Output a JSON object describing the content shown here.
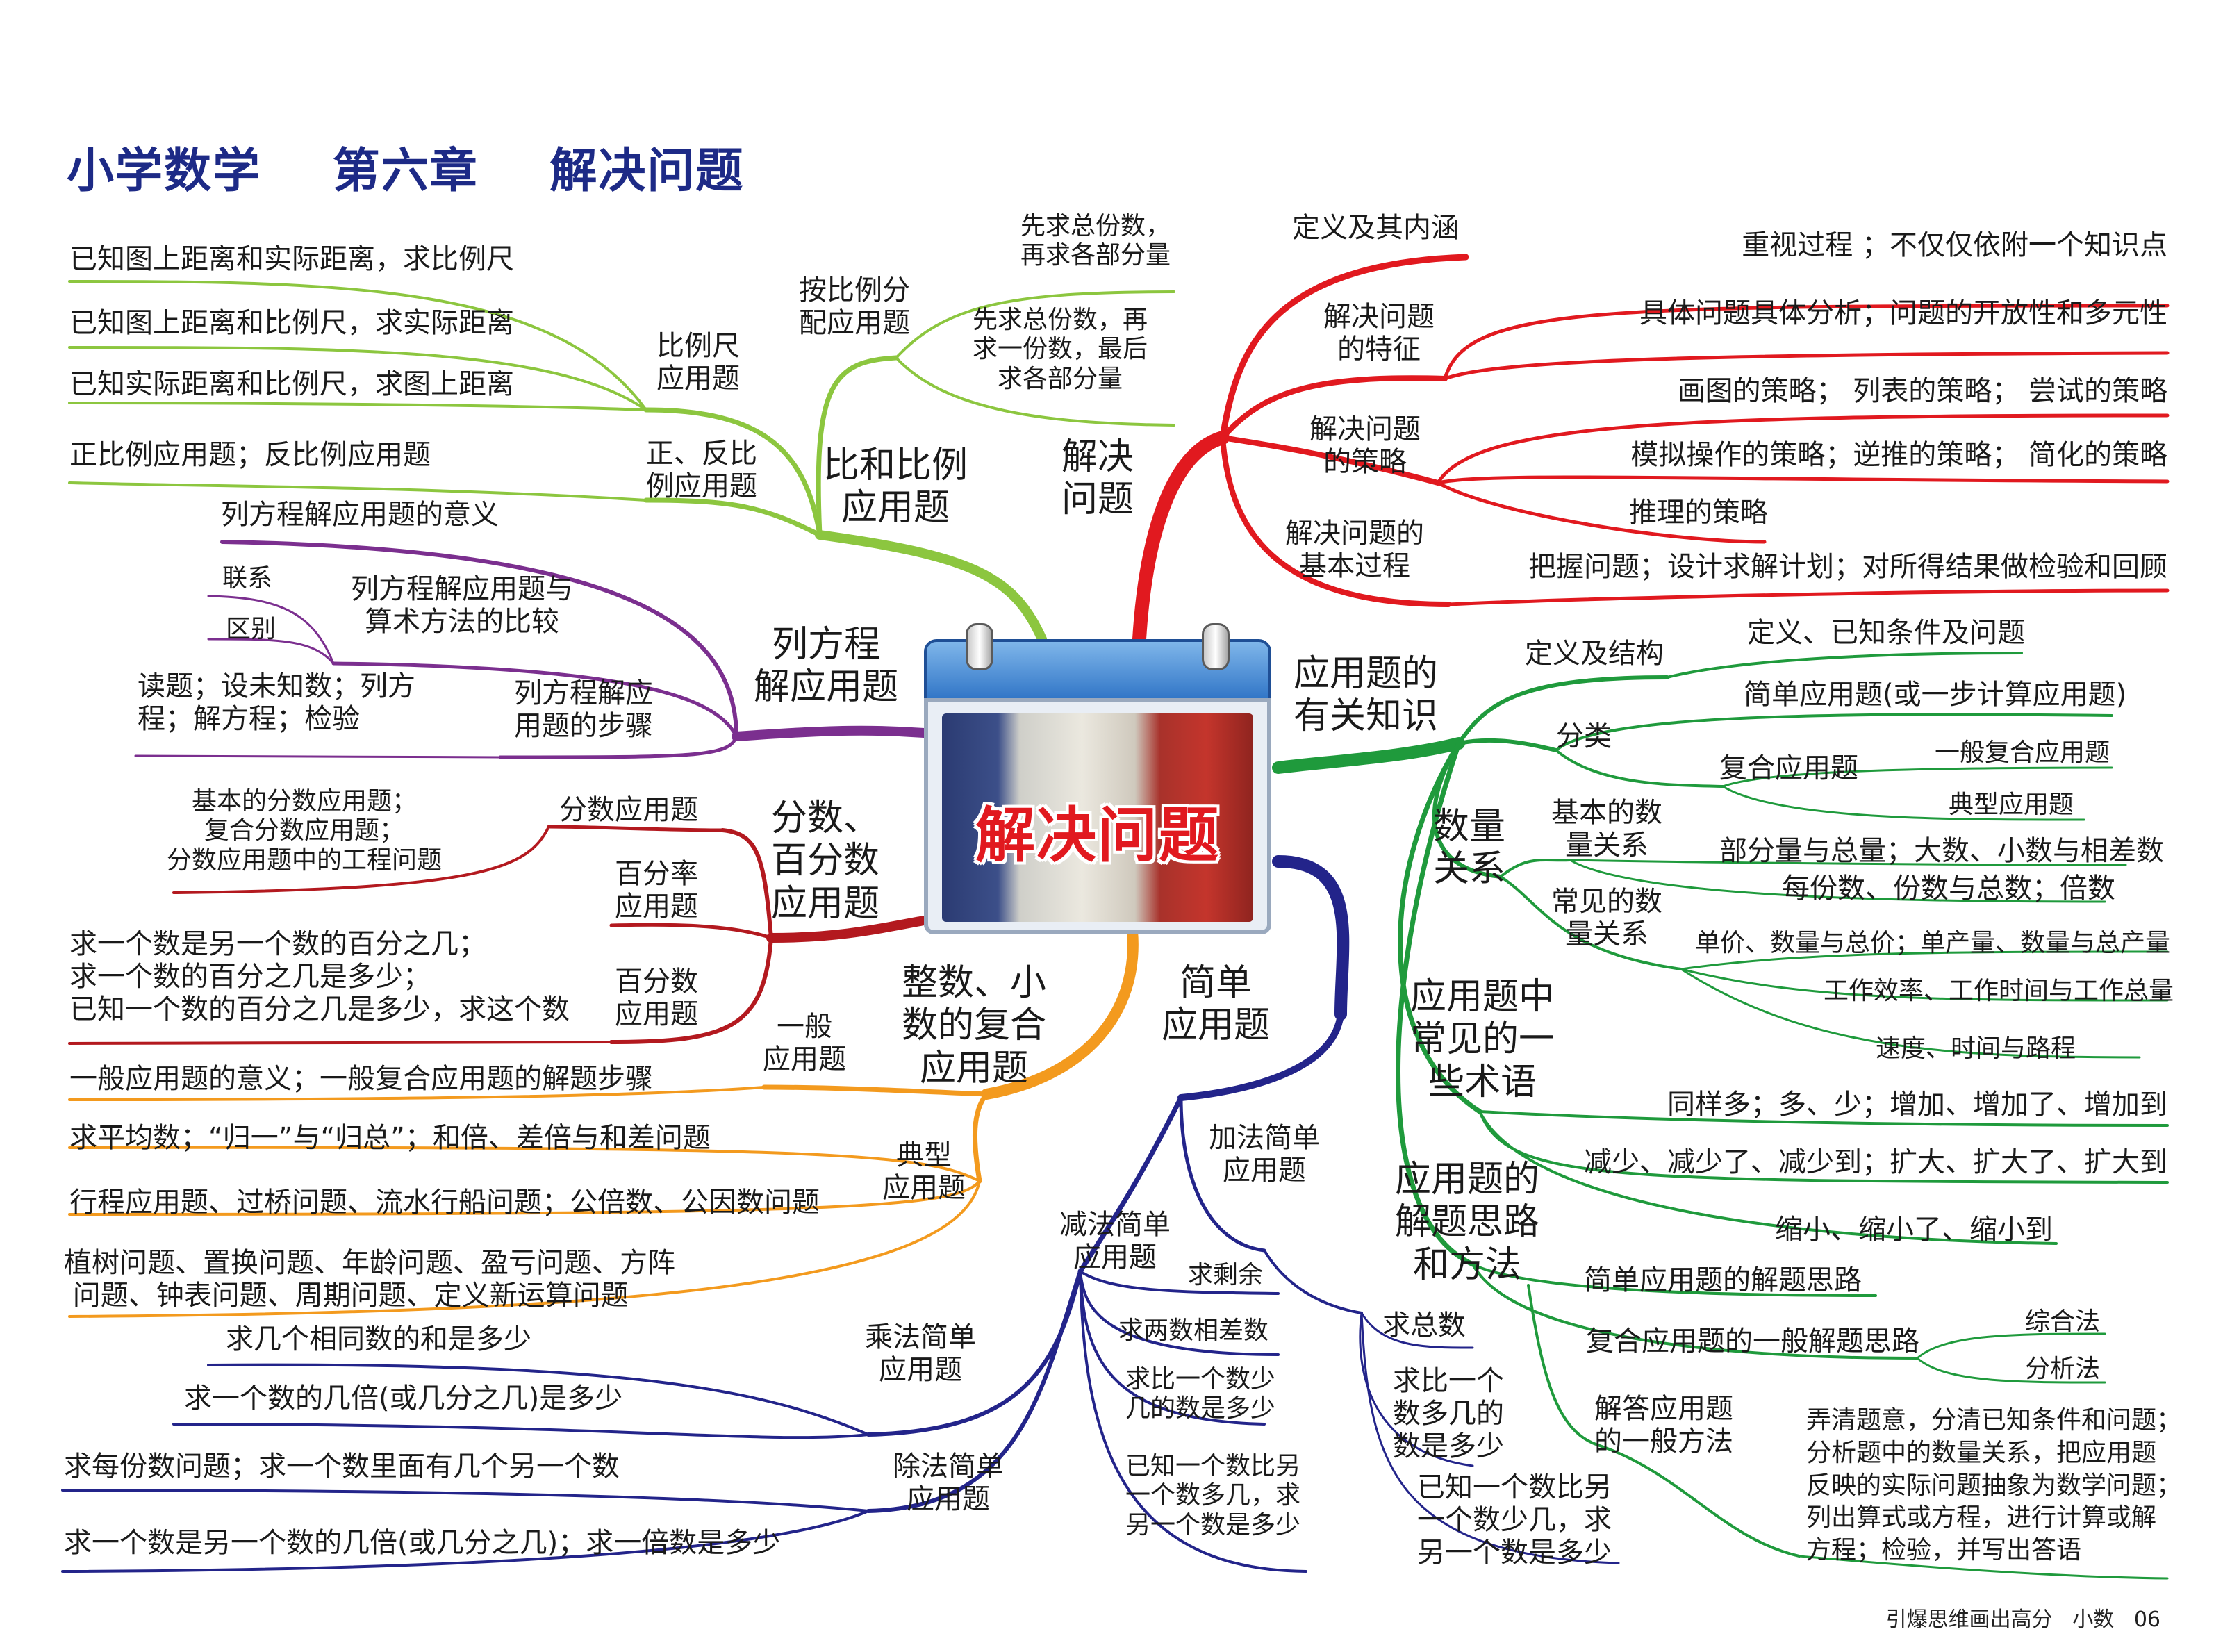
{
  "page": {
    "title": "小学数学    第六章    解决问题",
    "footer": "引爆思维画出高分   小数   06",
    "center_label": "解决问题"
  },
  "colors": {
    "title": "#1d2a86",
    "solve": "#e1191f",
    "knowledge": "#1f9a3c",
    "simple": "#23248a",
    "integer": "#f39a1e",
    "fraction": "#b3191f",
    "equation": "#7b2f8f",
    "ratio": "#8cc63f"
  },
  "branches": {
    "solve": {
      "label": "解决\n问题",
      "items": [
        {
          "label": "定义及其内涵"
        },
        {
          "label": "解决问题\n的特征",
          "details": [
            "重视过程 ；不仅仅依附一个知识点",
            "具体问题具体分析；问题的开放性和多元性"
          ]
        },
        {
          "label": "解决问题\n的策略",
          "details": [
            "画图的策略； 列表的策略； 尝试的策略",
            "模拟操作的策略；逆推的策略； 简化的策略",
            "推理的策略"
          ]
        },
        {
          "label": "解决问题的\n基本过程",
          "details": [
            "把握问题；设计求解计划；对所得结果做检验和回顾"
          ]
        }
      ]
    },
    "knowledge": {
      "label": "应用题的\n有关知识",
      "definition": {
        "label": "定义及结构",
        "details": [
          "定义、已知条件及问题"
        ]
      },
      "classification": {
        "label": "分类",
        "simple": "简单应用题(或一步计算应用题)",
        "compound": "复合应用题",
        "compound_types": [
          "一般复合应用题",
          "典型应用题"
        ]
      },
      "relations": {
        "label": "数量\n关系",
        "basic": "基本的数\n量关系",
        "basic_items": [
          "部分量与总量；大数、小数与相差数",
          "每份数、份数与总数；倍数"
        ],
        "common": "常见的数\n量关系",
        "common_items": [
          "单价、数量与总价；单产量、数量与总产量",
          "工作效率、工作时间与工作总量",
          "速度、时间与路程"
        ]
      },
      "terms": {
        "label": "应用题中\n常见的一\n些术语",
        "items": [
          "同样多；多、少；增加、增加了、增加到",
          "减少、减少了、减少到；扩大、扩大了、扩大到",
          "缩小、缩小了、缩小到"
        ]
      },
      "methods": {
        "label": "应用题的\n解题思路\n和方法",
        "simple": "简单应用题的解题思路",
        "compound": "复合应用题的一般解题思路",
        "compound_items": [
          "综合法",
          "分析法"
        ],
        "general": "解答应用题\n的一般方法",
        "general_text": "弄清题意，分清已知条件和问题；\n分析题中的数量关系，把应用题\n反映的实际问题抽象为数学问题；\n列出算式或方程，进行计算或解\n方程；检验，并写出答语"
      }
    },
    "simple": {
      "label": "简单\n应用题",
      "addition": {
        "label": "加法简单\n应用题",
        "items": [
          "求总数",
          "求比一个\n数多几的\n数是多少",
          "已知一个数比另\n一个数少几，求\n另一个数是多少"
        ]
      },
      "subtraction": {
        "label": "减法简单\n应用题",
        "items": [
          "求剩余",
          "求两数相差数",
          "求比一个数少\n几的数是多少",
          "已知一个数比另\n一个数多几，求\n另一个数是多少"
        ]
      },
      "multiplication": {
        "label": "乘法简单\n应用题",
        "items": [
          "求几个相同数的和是多少",
          "求一个数的几倍(或几分之几)是多少"
        ]
      },
      "division": {
        "label": "除法简单\n应用题",
        "items": [
          "求每份数问题；求一个数里面有几个另一个数",
          "求一个数是另一个数的几倍(或几分之几)；求一倍数是多少"
        ]
      }
    },
    "integer": {
      "label": "整数、小\n数的复合\n应用题",
      "general": {
        "label": "一般\n应用题",
        "items": [
          "一般应用题的意义；一般复合应用题的解题步骤"
        ]
      },
      "typical": {
        "label": "典型\n应用题",
        "items": [
          "求平均数；“归一”与“归总”；和倍、差倍与和差问题",
          "行程应用题、过桥问题、流水行船问题；公倍数、公因数问题",
          "植树问题、置换问题、年龄问题、盈亏问题、方阵\n 问题、钟表问题、周期问题、定义新运算问题"
        ]
      }
    },
    "fraction": {
      "label": "分数、\n百分数\n应用题",
      "fraction_problems": {
        "label": "分数应用题",
        "items": [
          "基本的分数应用题；\n复合分数应用题；\n分数应用题中的工程问题"
        ]
      },
      "percent_rate": {
        "label": "百分率\n应用题"
      },
      "percent": {
        "label": "百分数\n应用题",
        "items": [
          "求一个数是另一个数的百分之几；\n求一个数的百分之几是多少；\n已知一个数的百分之几是多少，求这个数"
        ]
      }
    },
    "equation": {
      "label": "列方程\n解应用题",
      "meaning": "列方程解应用题的意义",
      "comparison": {
        "label": "列方程解应用题与\n算术方法的比较",
        "items": [
          "联系",
          "区别"
        ]
      },
      "steps": {
        "label": "列方程解应\n用题的步骤",
        "items": [
          "读题；设未知数；列方\n程；解方程；检验"
        ]
      }
    },
    "ratio": {
      "label": "比和比例\n应用题",
      "scale": {
        "label": "比例尺\n应用题",
        "items": [
          "已知图上距离和实际距离，求比例尺",
          "已知图上距离和比例尺，求实际距离",
          "已知实际距离和比例尺，求图上距离"
        ]
      },
      "proportion": {
        "label": "正、反比\n例应用题",
        "items": [
          "正比例应用题；反比例应用题"
        ]
      },
      "distribution": {
        "label": "按比例分\n配应用题",
        "items": [
          "先求总份数，\n再求各部分量",
          "先求总份数，再\n求一份数，最后\n求各部分量"
        ]
      }
    }
  }
}
